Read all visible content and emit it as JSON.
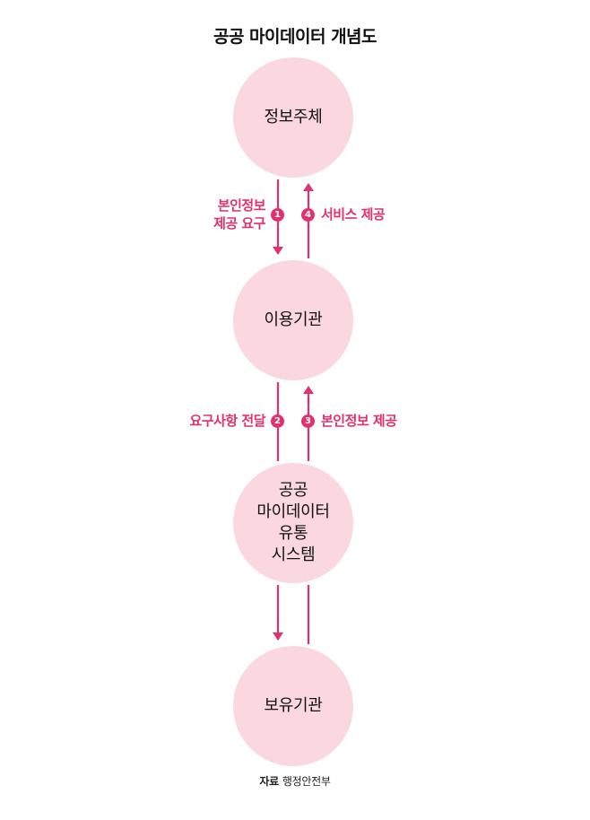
{
  "title": "공공 마이데이터 개념도",
  "colors": {
    "accent": "#e2316f",
    "node_fill": "#fbd7df",
    "text": "#111111",
    "badge_text": "#ffffff"
  },
  "nodes": [
    {
      "id": "data-subject",
      "lines": [
        "정보주체"
      ]
    },
    {
      "id": "user-institution",
      "lines": [
        "이용기관"
      ]
    },
    {
      "id": "distribution-system",
      "lines": [
        "공공",
        "마이데이터",
        "유통",
        "시스템"
      ]
    },
    {
      "id": "holding-institution",
      "lines": [
        "보유기관"
      ]
    }
  ],
  "flows": [
    {
      "step": "1",
      "lines": [
        "본인정보",
        "제공 요구"
      ]
    },
    {
      "step": "4",
      "lines": [
        "서비스 제공"
      ]
    },
    {
      "step": "2",
      "lines": [
        "요구사항 전달"
      ]
    },
    {
      "step": "3",
      "lines": [
        "본인정보 제공"
      ]
    }
  ],
  "source": {
    "label": "자료",
    "value": "행정안전부"
  }
}
